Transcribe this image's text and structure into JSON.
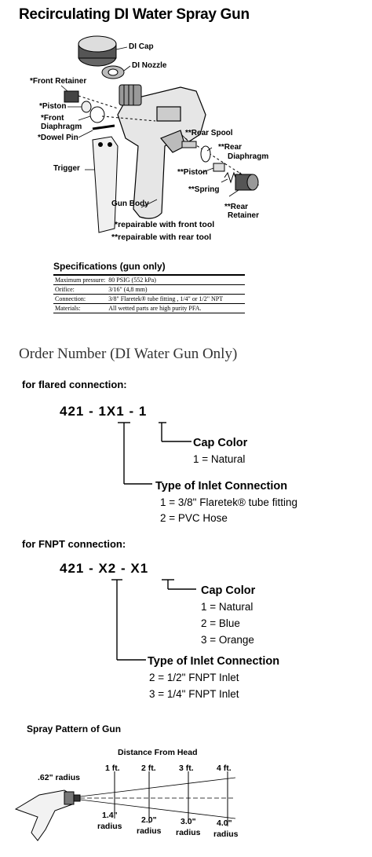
{
  "title": "Recirculating DI Water Spray Gun",
  "diagram": {
    "labels": {
      "di_cap": "DI Cap",
      "di_nozzle": "DI Nozzle",
      "front_retainer": "*Front Retainer",
      "piston": "*Piston",
      "front_diaphragm_1": "*Front",
      "front_diaphragm_2": "Diaphragm",
      "dowel_pin": "*Dowel Pin",
      "trigger": "Trigger",
      "gun_body": "Gun Body",
      "rear_spool": "**Rear Spool",
      "rear_diaphragm_1": "**Rear",
      "rear_diaphragm_2": "Diaphragm",
      "rear_piston": "**Piston",
      "spring": "**Spring",
      "rear_retainer_1": "**Rear",
      "rear_retainer_2": "Retainer"
    },
    "notes": {
      "front_tool": "*repairable with front tool",
      "rear_tool": "**repairable with rear tool"
    }
  },
  "specifications": {
    "title": "Specifications (gun only)",
    "rows": [
      {
        "key": "Maximum pressure:",
        "value": "80 PSIG (552 kPa)"
      },
      {
        "key": "Orifice:",
        "value": "3/16\" (4,8 mm)"
      },
      {
        "key": "Connection:",
        "value": "3/8\" Flaretek® tube fitting , 1/4\" or 1/2\" NPT"
      },
      {
        "key": "Materials:",
        "value": "All wetted parts are high purity PFA."
      }
    ]
  },
  "order": {
    "title": "Order Number (DI Water Gun Only)",
    "flared": {
      "heading": "for flared connection:",
      "code": "421 - 1X1 - 1",
      "cap_color": {
        "title": "Cap Color",
        "options": [
          "1 = Natural"
        ]
      },
      "inlet": {
        "title": "Type of Inlet Connection",
        "options": [
          "1  =  3/8\" Flaretek® tube fitting",
          "2  =  PVC Hose"
        ]
      }
    },
    "fnpt": {
      "heading": "for FNPT connection:",
      "code": "421  -  X2  -  X1",
      "cap_color": {
        "title": "Cap Color",
        "options": [
          "1  =  Natural",
          "2  =  Blue",
          "3  =  Orange"
        ]
      },
      "inlet": {
        "title": "Type of Inlet Connection",
        "options": [
          "2  =  1/2\" FNPT Inlet",
          "3  =  1/4\" FNPT Inlet"
        ]
      }
    }
  },
  "spray": {
    "title": "Spray Pattern of Gun",
    "distance_title": "Distance From Head",
    "start_radius": ".62\" radius",
    "distances": [
      "1 ft.",
      "2 ft.",
      "3 ft.",
      "4 ft."
    ],
    "radii": [
      {
        "value": "1.4\"",
        "unit": "radius"
      },
      {
        "value": "2.0\"",
        "unit": "radius"
      },
      {
        "value": "3.0\"",
        "unit": "radius"
      },
      {
        "value": "4.0\"",
        "unit": "radius"
      }
    ]
  }
}
